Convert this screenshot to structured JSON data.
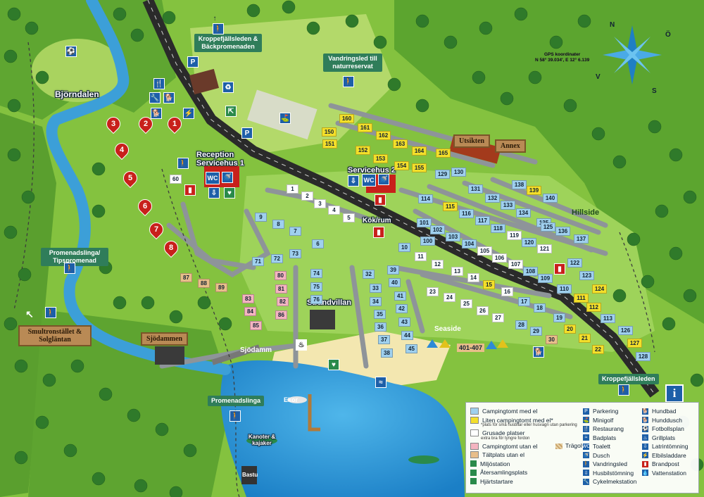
{
  "places": {
    "bjorndalen": "Björndalen",
    "reception": "Reception",
    "servicehus1": "Servicehus 1",
    "servicehus2": "Servicehus 2",
    "kokrum": "Kök/rum",
    "strandvillan": "Strandvillan",
    "sjodammen": "Sjödammen",
    "sjodamm": "Sjödamm",
    "utsikten": "Utsikten",
    "annex": "Annex",
    "hillside": "Hillside",
    "seaside": "Seaside",
    "ekor": "Ekor",
    "kanoter": "Kanoter & kajaker",
    "bastu": "Bastu",
    "tent_range": "401-407"
  },
  "signs": {
    "kroppefjall_top": "Kroppefjällsleden & Bäckpromenaden",
    "vandringsled": "Vandringsled till naturreservat",
    "promenadslinga_tips": "Promenadslinga/ Tipspromenad",
    "smultron": "Smultronstället & Solgläntan",
    "promenadslinga": "Promenadslinga",
    "kroppefjall_right": "Kroppefjällsleden"
  },
  "compass": {
    "n": "N",
    "o": "Ö",
    "s": "S",
    "v": "V",
    "gps_title": "GPS koordinater",
    "gps_value": "N 58° 39.034', E 12° 6.139"
  },
  "cabins": [
    "1",
    "2",
    "3",
    "4",
    "5",
    "6",
    "7",
    "8"
  ],
  "legend": {
    "col1": [
      {
        "type": "swatch",
        "color": "#9fd0ee",
        "label": "Campingtomt med el"
      },
      {
        "type": "swatch",
        "color": "#f3df2a",
        "label": "Liten campingtomt med el*"
      },
      {
        "type": "note",
        "label": "*plats för små husbilar eller husvagn utan parkering"
      },
      {
        "type": "swatch",
        "color": "#ffffff",
        "label": "Grusade platser"
      },
      {
        "type": "note",
        "label": "extra bra för tyngre fordon"
      },
      {
        "type": "swatch",
        "color": "#f4b4c0",
        "label": "Campingtomt utan el"
      },
      {
        "type": "swatch",
        "color": "#e8be8a",
        "label": "Tältplats utan el"
      },
      {
        "type": "icon",
        "label": "Miljöstation"
      },
      {
        "type": "icon",
        "label": "Återsamlingsplats"
      },
      {
        "type": "icon",
        "label": "Hjärtstartare"
      }
    ],
    "trall": "Trägolv",
    "col2": [
      "Parkering",
      "Minigolf",
      "Restaurang",
      "Badplats",
      "Toalett",
      "Dusch",
      "Vandringsled",
      "Husbilstömning",
      "Cykelmekstation"
    ],
    "col2_icons": [
      "P",
      "⛳",
      "🍴",
      "≈",
      "WC",
      "🚿",
      "🚶",
      "⇩",
      "🔧"
    ],
    "col3": [
      "Hundbad",
      "Hunddusch",
      "Fotbollsplan",
      "Grillplats",
      "Latrintömning",
      "Elbilsladdare",
      "Brandpost",
      "Vattenstation"
    ],
    "col3_icons": [
      "🐕",
      "🐕",
      "⚽",
      "♨",
      "⇩",
      "⚡",
      "▮",
      "💧"
    ]
  },
  "site_numbers": {
    "pink": [
      "80",
      "81",
      "82",
      "83",
      "84",
      "85",
      "86"
    ],
    "tent": [
      "87",
      "88",
      "89",
      "30"
    ]
  }
}
